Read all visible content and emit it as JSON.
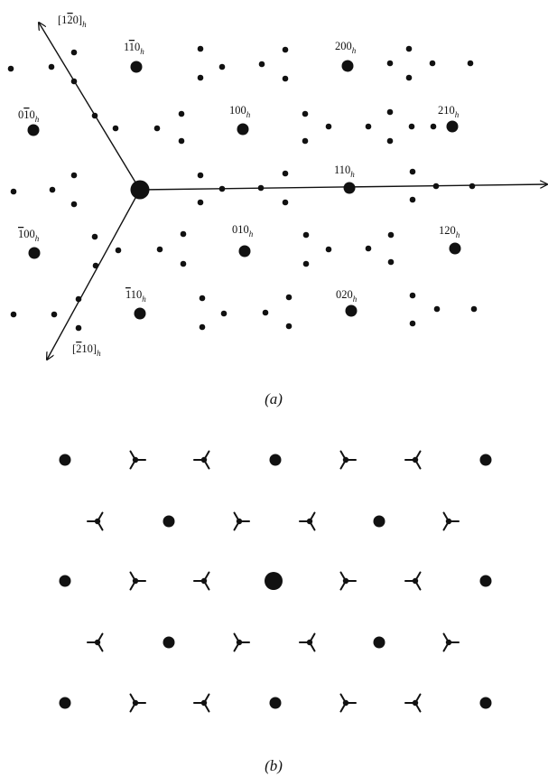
{
  "figure_a": {
    "caption": "(a)",
    "axis_labels": {
      "upper": [
        "[1",
        "2",
        "0]",
        "h"
      ],
      "lower": [
        "[",
        "2",
        "10]",
        "h"
      ]
    },
    "reflection_labels": {
      "r_1m10": [
        "1",
        "1",
        "0",
        "h"
      ],
      "r_200": [
        "200",
        "h"
      ],
      "r_0m10": [
        "0",
        "1",
        "0",
        "h"
      ],
      "r_100": [
        "100",
        "h"
      ],
      "r_210": [
        "210",
        "h"
      ],
      "r_110": [
        "110",
        "h"
      ],
      "r_m100": [
        "1",
        "00",
        "h"
      ],
      "r_010": [
        "010",
        "h"
      ],
      "r_120": [
        "120",
        "h"
      ],
      "r_m110": [
        "1",
        "10",
        "h"
      ],
      "r_020": [
        "020",
        "h"
      ]
    }
  },
  "figure_b": {
    "caption": "(b)"
  },
  "colors": {
    "ink": "#111111",
    "background": "#ffffff"
  }
}
